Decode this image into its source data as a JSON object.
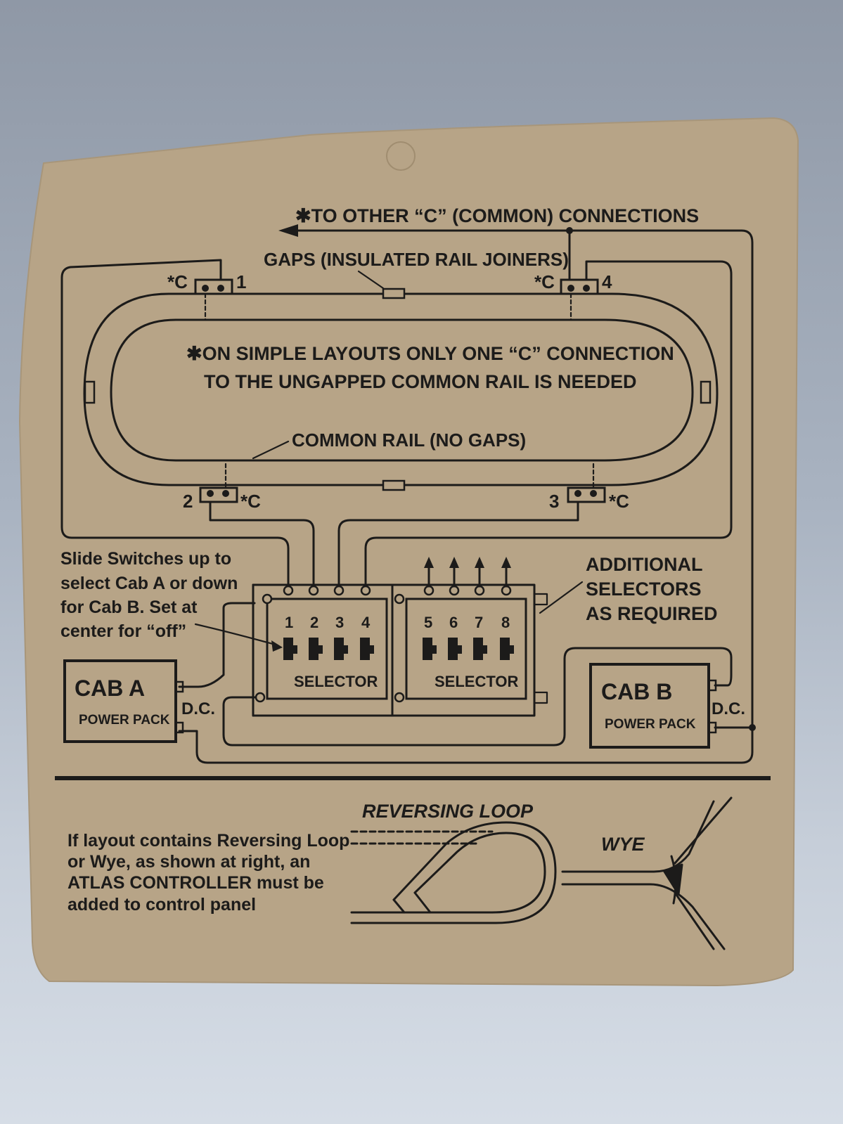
{
  "card": {
    "paper_color": "#b7a487",
    "ink_color": "#1c1b1a"
  },
  "labels": {
    "common_connections": "✱TO OTHER “C” (COMMON) CONNECTIONS",
    "gaps": "GAPS (INSULATED RAIL JOINERS)",
    "simple_layouts_1": "✱ON SIMPLE LAYOUTS ONLY ONE “C” CONNECTION",
    "simple_layouts_2": "TO THE UNGAPPED COMMON RAIL IS NEEDED",
    "common_rail": "COMMON RAIL (NO GAPS)",
    "block1_c": "*C",
    "block1_num": "1",
    "block4_c": "*C",
    "block4_num": "4",
    "block2_c": "*C",
    "block2_num": "2",
    "block3_c": "*C",
    "block3_num": "3",
    "slide_note": [
      "Slide Switches up to",
      "select Cab A or down",
      "for Cab B. Set at",
      "center for “off”"
    ],
    "additional": [
      "ADDITIONAL",
      "SELECTORS",
      "AS REQUIRED"
    ],
    "selector_left_nums": [
      "1",
      "2",
      "3",
      "4"
    ],
    "selector_right_nums": [
      "5",
      "6",
      "7",
      "8"
    ],
    "selector_label": "SELECTOR",
    "cab_a": "CAB A",
    "cab_b": "CAB B",
    "power_pack": "POWER PACK",
    "dc": "D.C.",
    "reversing_loop": "REVERSING LOOP",
    "wye": "WYE",
    "controller_note": [
      "If layout contains Reversing Loop",
      "or Wye, as shown at right, an",
      "ATLAS CONTROLLER must be",
      "added to control panel"
    ]
  }
}
